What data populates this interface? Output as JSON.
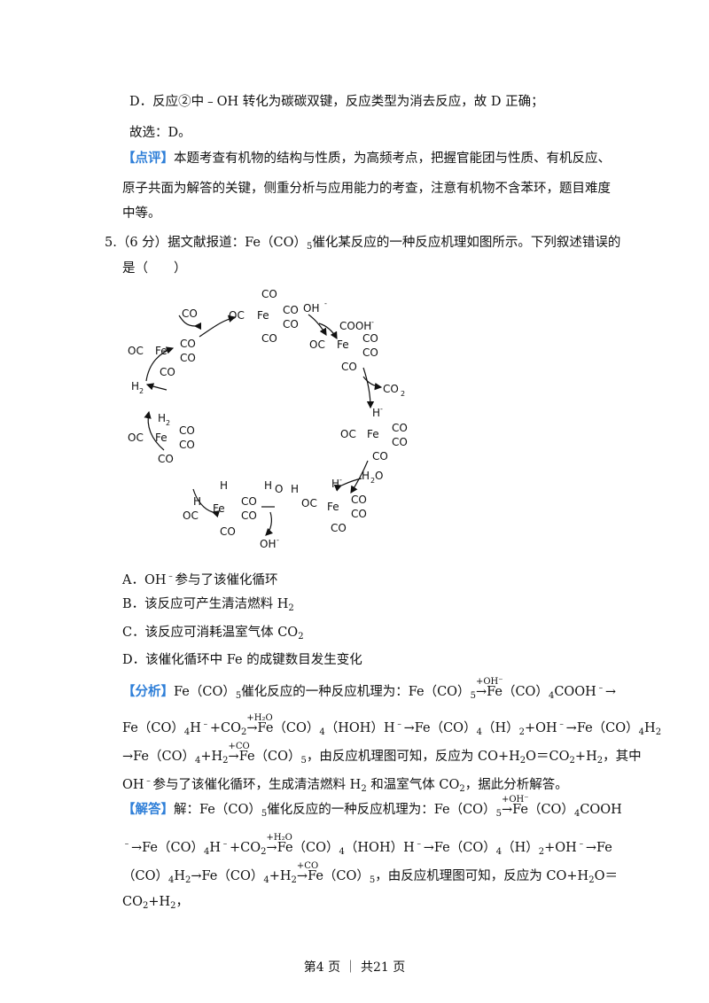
{
  "lineD": "D．反应②中﹣OH 转化为碳碳双键，反应类型为消去反应，故 D 正确；",
  "answer_prev": "故选：D。",
  "review_tag": "【点评】",
  "review_1": "本题考查有机物的结构与性质，为高频考点，把握官能团与性质、有机反应、",
  "review_2": "原子共面为解答的关键，侧重分析与应用能力的考查，注意有机物不含苯环，题目难度",
  "review_3": "中等。",
  "q5_num": "5.（6 分）据文献报道：Fe（CO）",
  "q5_sub": "5",
  "q5_rest": "催化某反应的一种反应机理如图所示。下列叙述错误的",
  "q5_line2": "是（　　）",
  "options": {
    "A": "A．OH",
    "A_sup": "﹣",
    "A_rest": "参与了该催化循环",
    "B": "B．该反应可产生清洁燃料 H",
    "C": "C．该反应可消耗温室气体 CO",
    "D": "D．该催化循环中 Fe 的成键数目发生变化",
    "sub2": "2"
  },
  "analysis_tag": "【分析】",
  "solution_tag": "【解答】",
  "footer": "第4 页 ｜ 共21 页",
  "diagram": {
    "labels": [
      "CO",
      "OC",
      "Fe",
      "OH",
      "COOH",
      "CO2",
      "H",
      "H2O",
      "H2",
      "O",
      "OH-",
      "H-",
      "CO"
    ]
  }
}
